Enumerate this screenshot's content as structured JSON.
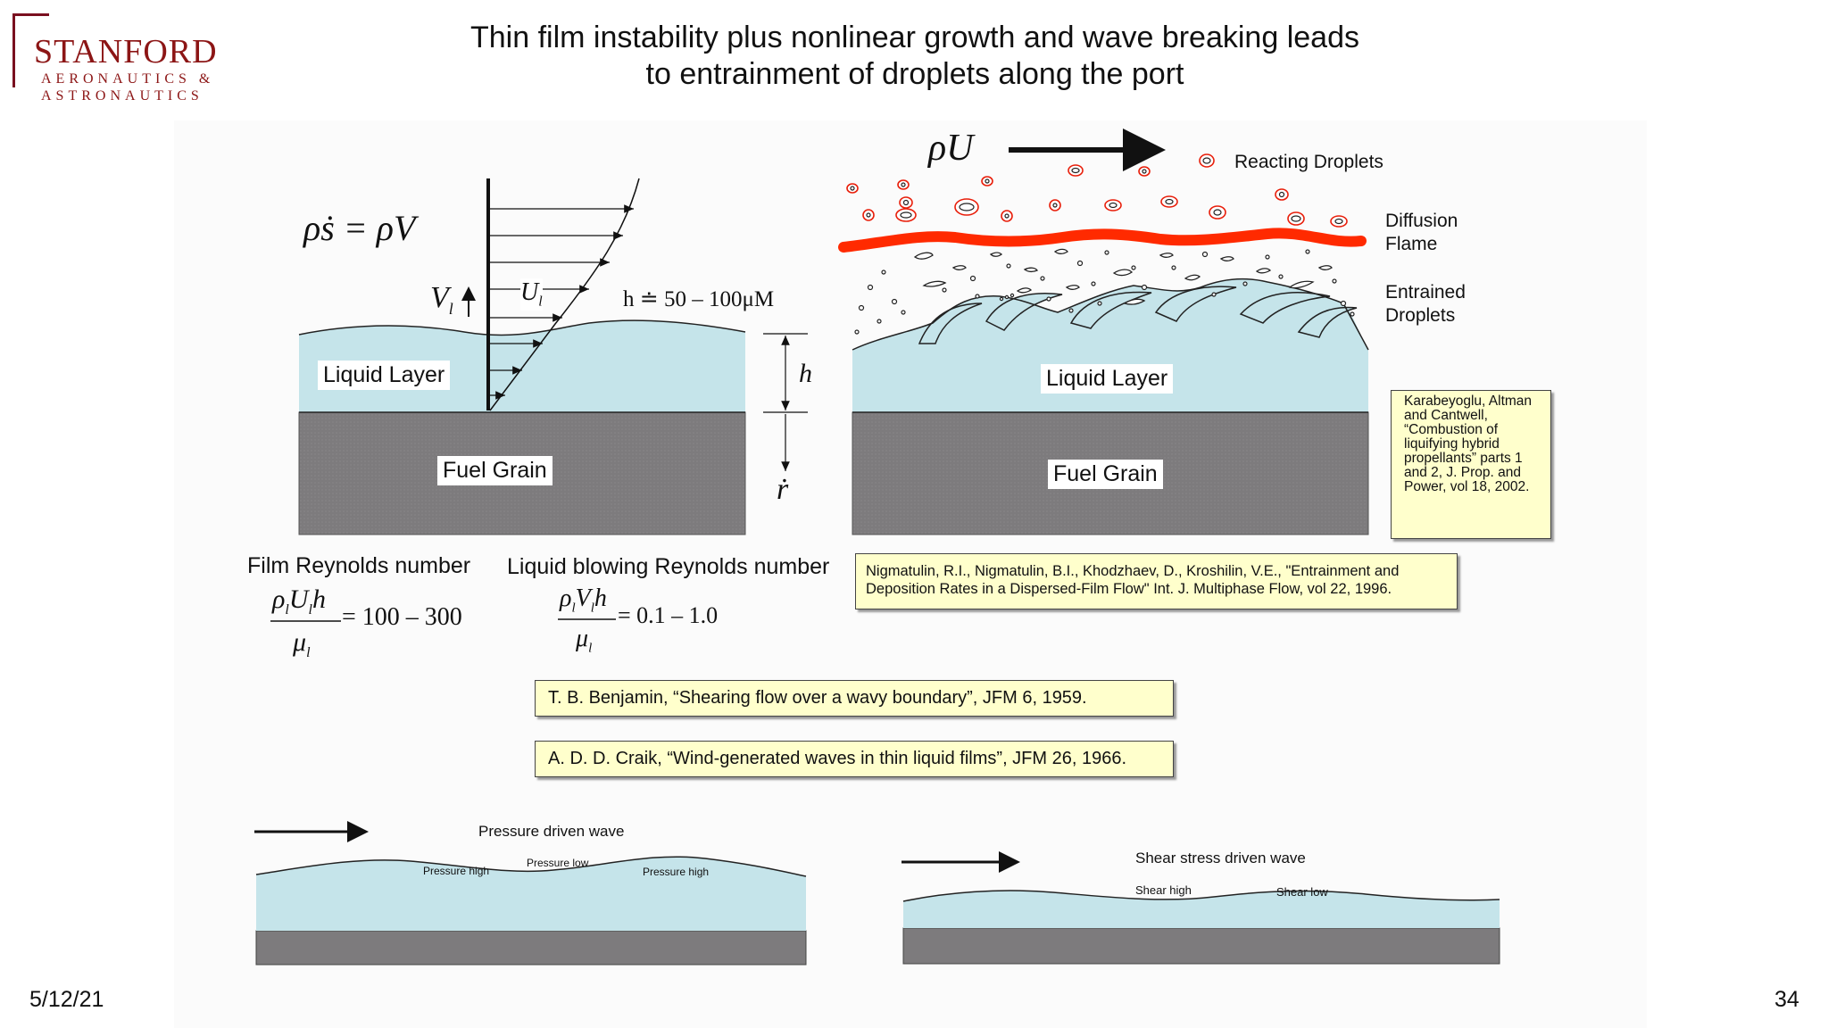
{
  "logo": {
    "main": "STANFORD",
    "line1": "AERONAUTICS &",
    "line2": "ASTRONAUTICS"
  },
  "title": {
    "line1": "Thin film instability plus nonlinear growth and wave breaking leads",
    "line2": "to entrainment of droplets along the port"
  },
  "left_diagram": {
    "equation": "ρṡ = ρV",
    "v_label": "V",
    "u_label": "U",
    "h_equation": "h ≐ 50 – 100μM",
    "h_label": "h",
    "rdot_label": "ṙ",
    "liquid_layer": "Liquid Layer",
    "fuel_grain": "Fuel Grain"
  },
  "right_diagram": {
    "flow_label": "ρU",
    "reacting_droplets": "Reacting Droplets",
    "diffusion_flame_1": "Diffusion",
    "diffusion_flame_2": "Flame",
    "entrained_1": "Entrained",
    "entrained_2": "Droplets",
    "liquid_layer": "Liquid Layer",
    "fuel_grain": "Fuel Grain"
  },
  "reynolds": {
    "film_label": "Film Reynolds number",
    "film_value": "= 100 – 300",
    "blowing_label": "Liquid blowing Reynolds number",
    "blowing_value": "= 0.1 – 1.0"
  },
  "references": {
    "karabeyoglu": "Karabeyoglu, Altman and Cantwell, “Combustion of liquifying hybrid propellants” parts 1 and 2, J. Prop. and Power, vol 18, 2002.",
    "nigmatulin": "Nigmatulin, R.I., Nigmatulin, B.I., Khodzhaev, D., Kroshilin, V.E., \"Entrainment and Deposition Rates in a Dispersed-Film Flow\" Int. J. Multiphase Flow, vol 22, 1996.",
    "benjamin": "T. B. Benjamin, “Shearing flow over a wavy boundary”, JFM 6, 1959.",
    "craik": "A. D. D. Craik, “Wind-generated waves in thin liquid films”, JFM 26, 1966."
  },
  "bottom": {
    "pressure_title": "Pressure driven wave",
    "pressure_high_1": "Pressure high",
    "pressure_low": "Pressure low",
    "pressure_high_2": "Pressure high",
    "shear_title": "Shear stress driven wave",
    "shear_high": "Shear high",
    "shear_low": "Shear low"
  },
  "footer": {
    "date": "5/12/21",
    "page": "34"
  },
  "colors": {
    "liquid": "#c5e4ea",
    "grain": "#7d7b7d",
    "flame": "#ff2a00",
    "brand": "#8c1515",
    "ref_bg": "#ffffcc"
  }
}
